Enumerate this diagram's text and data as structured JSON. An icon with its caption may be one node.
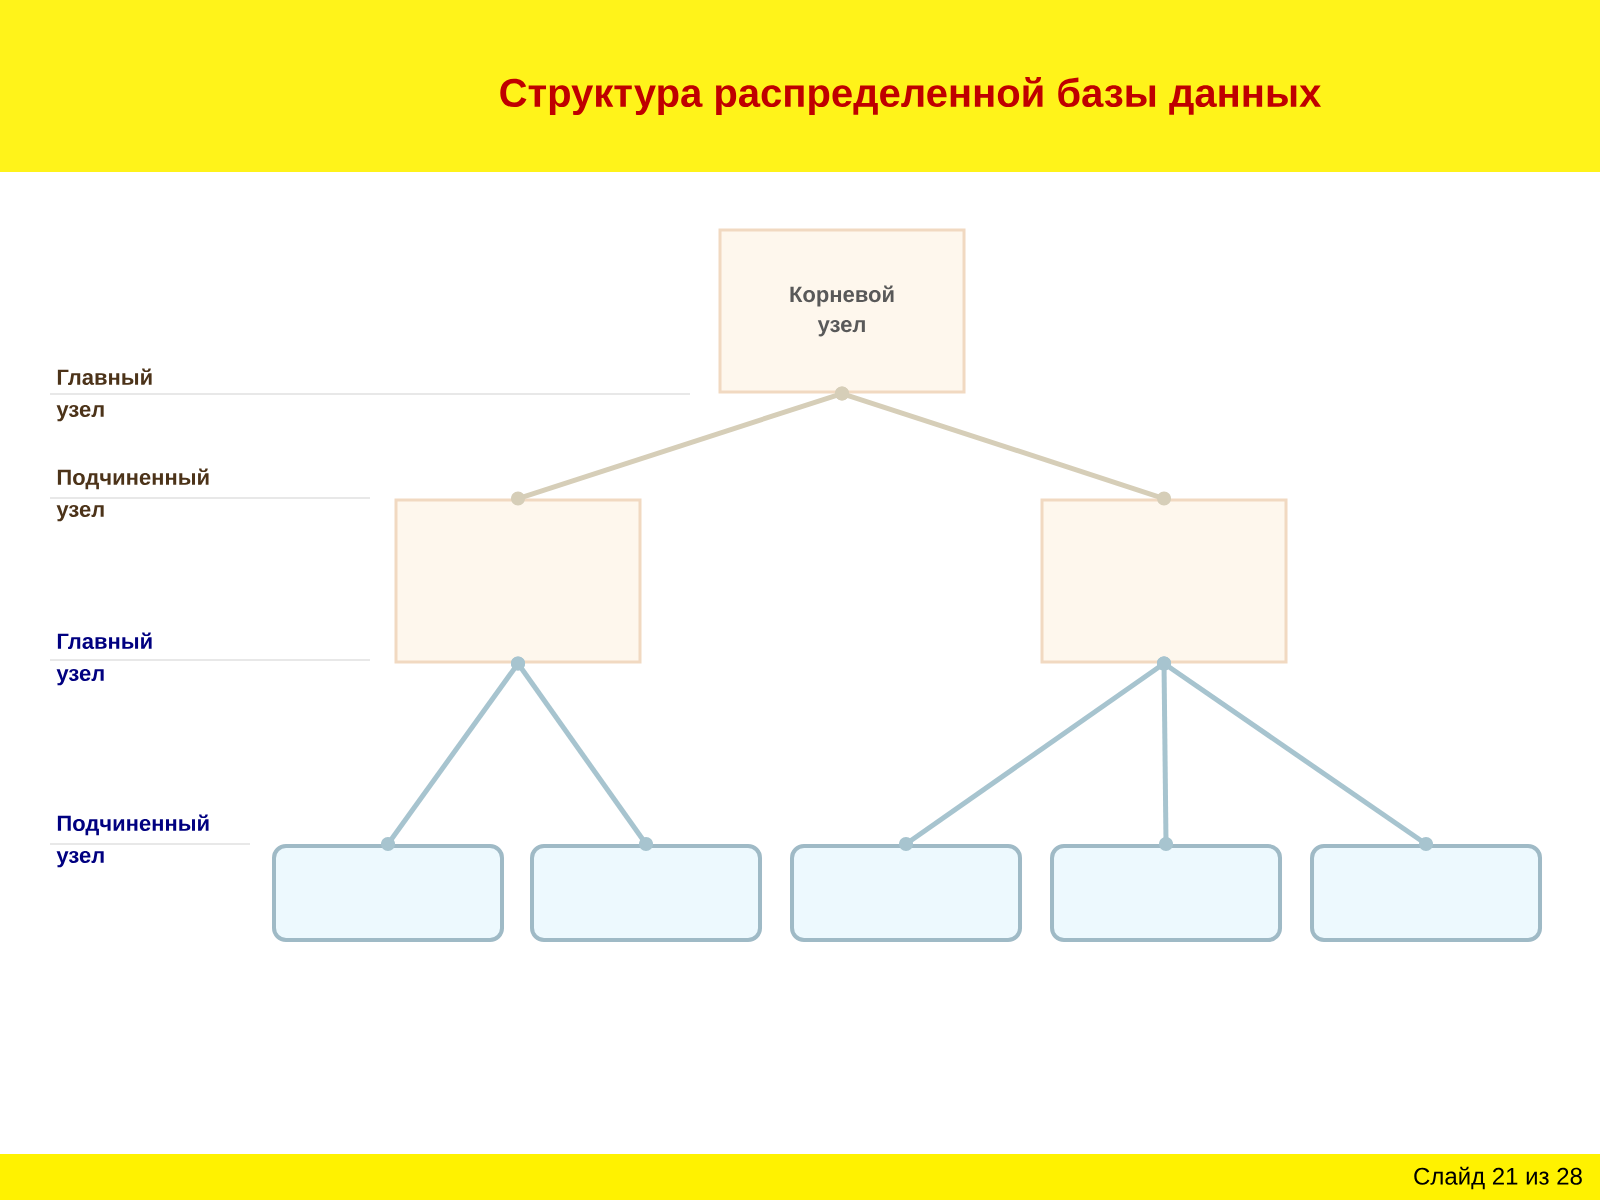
{
  "diagram": {
    "title": "Структура распределенной базы данных",
    "nodes": [
      {
        "text": [
          "Корневой узел"
        ]
      },
      {
        "text": [],
        "shape": "box"
      },
      {
        "text": [],
        "shape": "box"
      },
      {
        "text": [],
        "shape": "box"
      },
      {
        "text": [],
        "shape": "box"
      },
      {
        "text": [],
        "shape": "box"
      },
      {
        "text": [],
        "shape": "box"
      },
      {
        "text": [],
        "shape": "box"
      }
    ],
    "edges": [
      {
        "from": 0,
        "to": 1,
        "arrow": "other",
        "color": "#d6ceb8"
      },
      {
        "from": 0,
        "to": 2,
        "arrow": "other",
        "color": "#d6ceb8"
      },
      {
        "from": 1,
        "to": 3,
        "arrow": "other"
      },
      {
        "from": 1,
        "to": 4,
        "arrow": "other"
      },
      {
        "from": 2,
        "to": 5,
        "arrow": "other"
      },
      {
        "from": 2,
        "to": 6,
        "arrow": "other"
      },
      {
        "from": 2,
        "to": 7,
        "arrow": "other"
      }
    ],
    "labels": [
      "Главный узел",
      "Подчиненный узел",
      "Главный узел",
      "Подчиненный узел",
      "Слайд 21 из 28"
    ]
  }
}
